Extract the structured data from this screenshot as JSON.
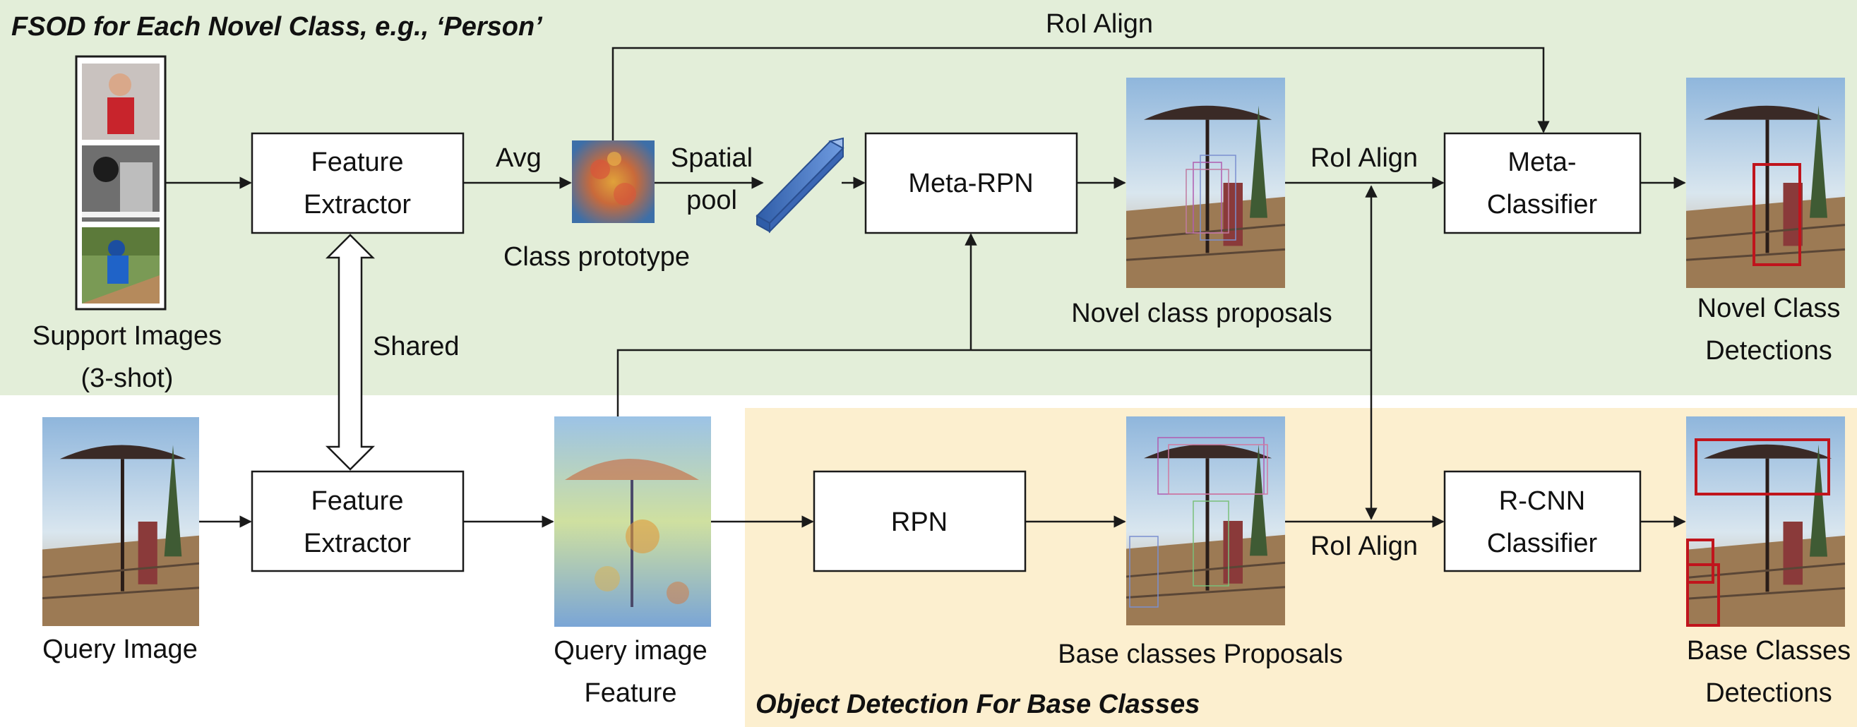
{
  "regions": {
    "fsod_title": "FSOD for Each Novel Class, e.g., ‘Person’",
    "base_title": "Object Detection For Base Classes"
  },
  "boxes": {
    "feature_extractor_top": [
      "Feature",
      "Extractor"
    ],
    "feature_extractor_bottom": [
      "Feature",
      "Extractor"
    ],
    "meta_rpn": [
      "Meta-RPN"
    ],
    "meta_classifier": [
      "Meta-",
      "Classifier"
    ],
    "rpn": [
      "RPN"
    ],
    "rcnn_classifier": [
      "R-CNN",
      "Classifier"
    ]
  },
  "labels": {
    "support_images": [
      "Support Images",
      "(3-shot)"
    ],
    "shared": "Shared",
    "avg": "Avg",
    "spatial_pool": [
      "Spatial",
      "pool"
    ],
    "class_prototype": "Class prototype",
    "roi_align_top": "RoI Align",
    "roi_align_mid": "RoI Align",
    "roi_align_bottom": "RoI Align",
    "novel_proposals": "Novel class proposals",
    "novel_detections": [
      "Novel Class",
      "Detections"
    ],
    "query_image": "Query Image",
    "query_feature": [
      "Query image",
      "Feature"
    ],
    "base_proposals": "Base classes Proposals",
    "base_detections": [
      "Base Classes",
      "Detections"
    ]
  },
  "colors": {
    "fsod_bg": "#e3eed9",
    "base_bg": "#fcefcf",
    "detection_box": "#c0141c",
    "feature_vector": "#4a78c2"
  }
}
